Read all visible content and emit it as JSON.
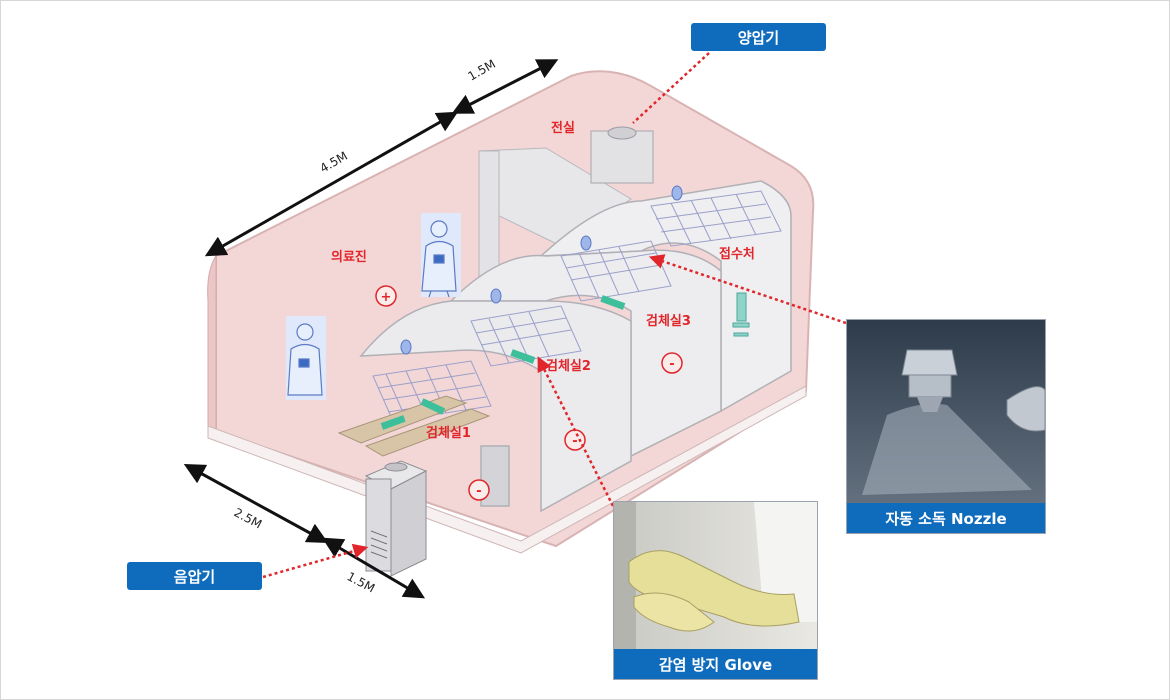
{
  "callouts": {
    "positive_pressure": "양압기",
    "negative_pressure": "음압기"
  },
  "rooms": {
    "anteroom": "전실",
    "medical_staff": "의료진",
    "reception": "접수처",
    "booth1": "검체실1",
    "booth2": "검체실2",
    "booth3": "검체실3"
  },
  "pressure_signs": {
    "plus": "+",
    "minus": "-"
  },
  "dimensions": {
    "length": "4.5M",
    "top_width": "1.5M",
    "depth": "2.5M",
    "unit_width": "1.5M"
  },
  "photos": {
    "nozzle_caption": "자동 소독 Nozzle",
    "glove_caption": "감염 방지 Glove"
  },
  "colors": {
    "callout_blue": "#0f6cbd",
    "label_red": "#e0262a",
    "leader_red": "#e0262a",
    "shell_pink": "#f3d7d7"
  }
}
